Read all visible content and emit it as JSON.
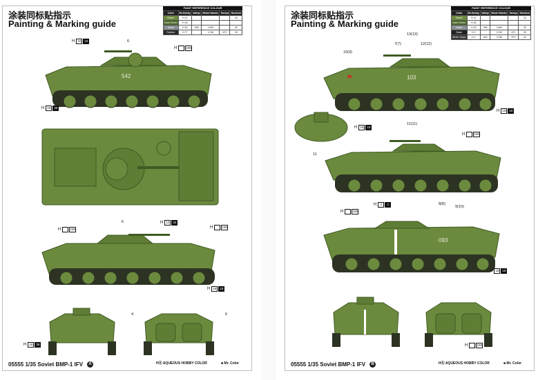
{
  "colors": {
    "hull": "#6b8a3e",
    "hull_dark": "#4d6a2a",
    "hull_light": "#86a456",
    "track": "#2d3322",
    "marking": "#e8ecd8",
    "white_stripe": "#ffffff",
    "red": "#c0392b"
  },
  "left": {
    "title_cn": "涂装同标贴指示",
    "title_en": "Painting & Marking guide",
    "table": {
      "caption": "PAINT  REFERENCE COLOUR",
      "headers": [
        "Color",
        "Mr.Hobby",
        "Vallejo",
        "Model Master",
        "Tamiya",
        "Humbrol"
      ],
      "rows": [
        {
          "name": "Green",
          "mr": "H 12",
          "vallejo": "",
          "mm": "",
          "tamiya": "",
          "humbrol": "32"
        },
        {
          "name": "Dark Green",
          "mr": "H 18",
          "vallejo": "",
          "mm": "",
          "tamiya": "",
          "humbrol": ""
        },
        {
          "name": "Metal",
          "mr": "H 18",
          "vallejo": "996",
          "mm": "1406",
          "tamiya": "",
          "humbrol": "30"
        },
        {
          "name": "Rubber",
          "mr": "H 77",
          "vallejo": "",
          "mm": "1748",
          "tamiya": "XF1",
          "humbrol": "33"
        }
      ]
    },
    "callouts": {
      "h18_side_top": {
        "letter": "H",
        "code": "18",
        "num": "18"
      },
      "h_top_right": {
        "letter": "H",
        "code": "",
        "num": "108"
      },
      "h16_side_bottom": {
        "letter": "H",
        "code": "16",
        "num": "38"
      },
      "h_top_plan": {
        "letter": "H",
        "code": "",
        "num": "108"
      },
      "h_side2_left": {
        "letter": "H",
        "code": "",
        "num": "108"
      },
      "h12_side2": {
        "letter": "H",
        "code": "12",
        "num": "32"
      },
      "h18_side2_bottom": {
        "letter": "H",
        "code": "18",
        "num": "18"
      },
      "h16_front_bottom": {
        "letter": "H",
        "code": "16",
        "num": "38"
      }
    },
    "numbers": {
      "six_a": "6",
      "six_b": "6",
      "four": "4",
      "six_c": "6",
      "side_number": "542"
    },
    "legend": "HⒶ AQUEOUS HOBBY COLOR",
    "legend2": "■ Mr. Color",
    "footer": "05555 1/35 Soviet BMP-1 IFV",
    "page": "A"
  },
  "right": {
    "title_cn": "涂装同标贴指示",
    "title_en": "Painting & Marking guide",
    "table": {
      "caption": "PAINT  REFERENCE COLOUR",
      "headers": [
        "Color",
        "Mr.Hobby",
        "Vallejo",
        "Model Master",
        "Tamiya",
        "Humbrol"
      ],
      "rows": [
        {
          "name": "Green",
          "mr": "H 12",
          "vallejo": "",
          "mm": "",
          "tamiya": "",
          "humbrol": "32"
        },
        {
          "name": "Dark Green",
          "mr": "H 18",
          "vallejo": "",
          "mm": "",
          "tamiya": "",
          "humbrol": ""
        },
        {
          "name": "Metal",
          "mr": "H 18",
          "vallejo": "996",
          "mm": "1406",
          "tamiya": "",
          "humbrol": "30"
        },
        {
          "name": "Black",
          "mr": "H 2",
          "vallejo": "",
          "mm": "1749",
          "tamiya": "XF1",
          "humbrol": "33"
        },
        {
          "name": "White Stripe",
          "mr": "H 1",
          "vallejo": "942",
          "mm": "1748",
          "tamiya": "XF2",
          "humbrol": "22"
        }
      ]
    },
    "numbers": {
      "n13": "13(13)",
      "n7": "7(7)",
      "n12": "12(12)",
      "n10": "10(9)",
      "n11a": "11(11)",
      "n11b": "11",
      "n8": "8(8)",
      "n9": "9(10)",
      "side_a": "103",
      "side_b": "093"
    },
    "callouts": {
      "h18_r1": {
        "letter": "H",
        "code": "18",
        "num": "18"
      },
      "h18_r2": {
        "letter": "H",
        "code": "18",
        "num": "18"
      },
      "h_r2b": {
        "letter": "H",
        "code": "",
        "num": "108"
      },
      "h1_r3": {
        "letter": "H",
        "code": "1",
        "num": "1"
      },
      "h_r3": {
        "letter": "H",
        "code": "",
        "num": "108"
      },
      "h18_r3": {
        "letter": "H",
        "code": "18",
        "num": "18"
      },
      "h_r4": {
        "letter": "H",
        "code": "",
        "num": "108"
      }
    },
    "legend": "HⒶ AQUEOUS HOBBY COLOR",
    "legend2": "■ Mr. Color",
    "footer": "05555 1/35 Soviet BMP-1 IFV",
    "page": "B"
  }
}
